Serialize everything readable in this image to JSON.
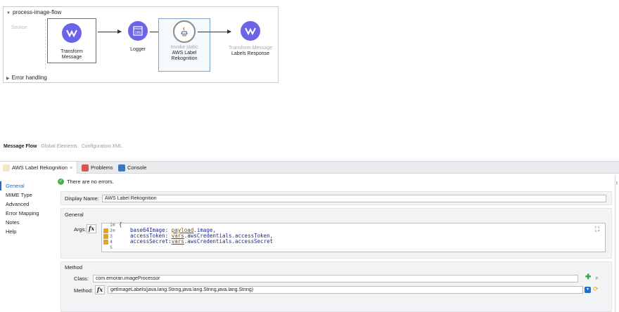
{
  "flow": {
    "name": "process-image-flow",
    "source_label": "Source",
    "error_handling": "Error handling",
    "nodes": [
      {
        "title": "",
        "name_line1": "Transform",
        "name_line2": "Message",
        "icon": "dataweave-icon"
      },
      {
        "title": "",
        "name_line1": "Logger",
        "name_line2": "",
        "icon": "logger-icon"
      },
      {
        "title": "Invoke static",
        "name_line1": "AWS Label",
        "name_line2": "Rekognition",
        "icon": "java-icon"
      },
      {
        "title": "Transform Message",
        "name_line1": "Labels Response",
        "name_line2": "",
        "icon": "dataweave-icon"
      }
    ]
  },
  "flow_tabs": [
    "Message Flow",
    "Global Elements",
    "Configuration XML"
  ],
  "editor_tabs": [
    {
      "label": "AWS Label Rekognition",
      "close": "×"
    },
    {
      "label": "Problems"
    },
    {
      "label": "Console"
    }
  ],
  "sidebar": {
    "items": [
      "General",
      "MIME Type",
      "Advanced",
      "Error Mapping",
      "Notes",
      "Help"
    ]
  },
  "status": {
    "message": "There are no errors."
  },
  "form": {
    "display_name_label": "Display Name:",
    "display_name_value": "AWS Label Rekognition",
    "general_title": "General",
    "args_label": "Args:",
    "fx": "fx",
    "code": {
      "line_numbers": [
        "1⊖",
        "2⊖",
        "3",
        "4",
        "5"
      ],
      "line1": "{",
      "line2_key": "base64Image: ",
      "line2_var": "payload",
      "line2_rest": ".image,",
      "line3_key": "accessToken: ",
      "line3_var": "vars",
      "line3_rest": ".awsCredentials.accessToken,",
      "line4_key": "accessSecret:",
      "line4_var": "vars",
      "line4_rest": ".awsCredentials.accessSecret"
    },
    "method_title": "Method",
    "class_label": "Class:",
    "class_value": "com.emoran.imageProcessor",
    "method_label": "Method:",
    "method_value": "getImageLabels(java.lang.String,java.lang.String,java.lang.String)"
  },
  "right_panel": {
    "label": "I"
  },
  "colors": {
    "accent": "#1e6fc9",
    "node_purple": "#6c64e6",
    "success": "#4caf50",
    "warning": "#e9a317"
  }
}
